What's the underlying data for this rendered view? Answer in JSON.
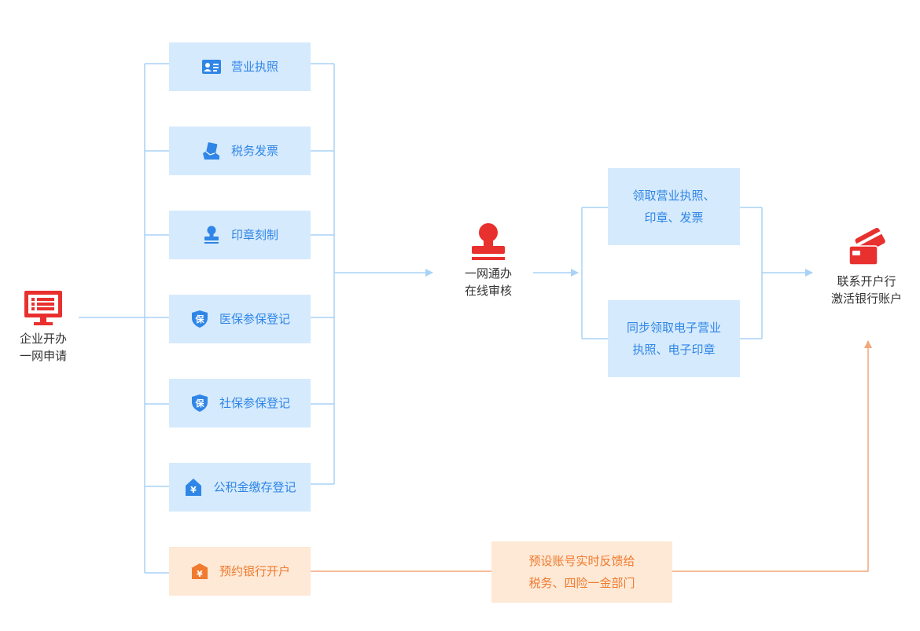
{
  "colors": {
    "blue_box": "#d6eafd",
    "blue_text": "#2f86e6",
    "blue_line": "#a9d2f7",
    "orange_box": "#fde9d6",
    "orange_text": "#f07a2e",
    "orange_line": "#f3a77a",
    "red_icon": "#e8302e"
  },
  "start": {
    "icon": "monitor-list-icon",
    "line1": "企业开办",
    "line2": "一网申请"
  },
  "items": [
    {
      "label": "营业执照",
      "icon": "id-card-icon"
    },
    {
      "label": "税务发票",
      "icon": "invoice-hand-icon"
    },
    {
      "label": "印章刻制",
      "icon": "stamp-icon"
    },
    {
      "label": "医保参保登记",
      "icon": "shield-bao-icon",
      "icon_text": "保"
    },
    {
      "label": "社保参保登记",
      "icon": "shield-bao-icon",
      "icon_text": "保"
    },
    {
      "label": "公积金缴存登记",
      "icon": "house-yuan-icon",
      "icon_text": "¥"
    }
  ],
  "bank_item": {
    "label": "预约银行开户",
    "icon": "bank-yuan-icon",
    "icon_text": "¥"
  },
  "review": {
    "icon": "stamp-icon",
    "line1": "一网通办",
    "line2": "在线审核"
  },
  "results": [
    {
      "line1": "领取营业执照、",
      "line2": "印章、发票"
    },
    {
      "line1": "同步领取电子营业",
      "line2": "执照、电子印章"
    }
  ],
  "final": {
    "icon": "bank-cards-icon",
    "line1": "联系开户行",
    "line2": "激活银行账户"
  },
  "feedback": {
    "line1": "预设账号实时反馈给",
    "line2": "税务、四险一金部门"
  }
}
